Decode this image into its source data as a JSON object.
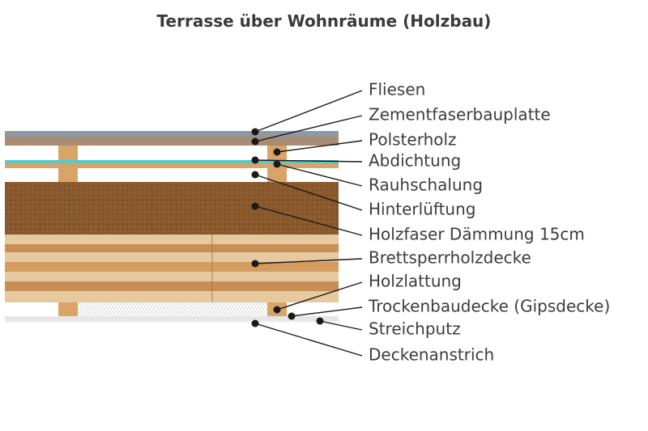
{
  "title": "Terrasse über Wohnräume (Holzbau)",
  "layers": [
    "Fliesen",
    "Zementfaserbauplatte",
    "Polsterholz",
    "Abdichtung",
    "Rauhschalung",
    "Hinterlüftung",
    "Holzfaser Dämmung 15cm",
    "Brettsperrholzdecke",
    "Holzlattung",
    "Trockenbaudecke (Gipsdecke)",
    "Streichputz",
    "Deckenanstrich"
  ],
  "colors": {
    "tile": "#8e99a6",
    "cement_board": "#a98c73",
    "timber": "#d9a468",
    "membrane": "#58c8c8",
    "insulation": "#8a5a2e",
    "clt_light": "#e7c9a0",
    "clt_dark": "#c98e55",
    "ceiling": "#eaeaea",
    "line": "#1a1a1a"
  }
}
